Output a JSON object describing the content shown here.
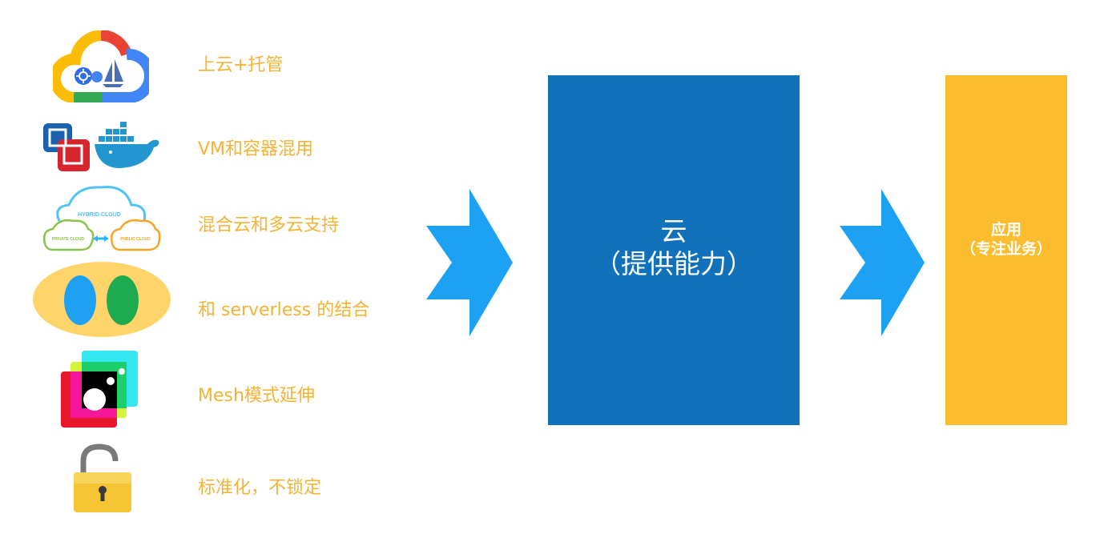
{
  "features": [
    {
      "text": "上云+托管",
      "icon": "google-cloud-kubernetes-icon"
    },
    {
      "text": "VM和容器混用",
      "icon": "vm-docker-icon"
    },
    {
      "text": "混合云和多云支持",
      "icon": "hybrid-cloud-icon"
    },
    {
      "text": "和 serverless 的结合",
      "icon": "serverless-icon"
    },
    {
      "text": "Mesh模式延伸",
      "icon": "mesh-icon"
    },
    {
      "text": "标准化，不锁定",
      "icon": "open-lock-icon"
    }
  ],
  "hybrid_cloud_labels": {
    "top": "HYBRID CLOUD",
    "left": "PRIVATE CLOUD",
    "right": "PUBLIC CLOUD"
  },
  "cloud_box": {
    "title": "云",
    "subtitle": "（提供能力）"
  },
  "app_box": {
    "title": "应用",
    "subtitle": "（专注业务）"
  },
  "colors": {
    "feature_text": "#F5B335",
    "cloud_box": "#1172BB",
    "app_box": "#FBBD2E",
    "arrow": "#1DA1F2"
  }
}
